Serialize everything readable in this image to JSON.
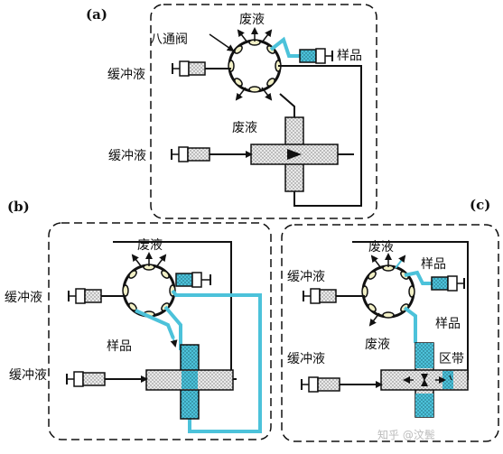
{
  "panels": {
    "a": {
      "label": "(a)",
      "valve": "八通阀",
      "waste_top": "废液",
      "sample": "样品",
      "buffer_1": "缓冲液",
      "waste_mid": "废液",
      "buffer_2": "缓冲液"
    },
    "b": {
      "label": "(b)",
      "waste_top": "废液",
      "buffer_1": "缓冲液",
      "sample": "样品",
      "buffer_2": "缓冲液"
    },
    "c": {
      "label": "(c)",
      "waste_top": "废液",
      "buffer_1": "缓冲液",
      "sample_top": "样品",
      "sample_mid": "样品",
      "waste_mid": "废液",
      "buffer_2": "缓冲液",
      "zone": "区带"
    }
  },
  "watermark": "知乎 @汶鬓",
  "colors": {
    "line": "#111111",
    "liquid": "#4cc2da",
    "fill_dots": "#e8e8e8",
    "port": "#f2f0c6"
  }
}
